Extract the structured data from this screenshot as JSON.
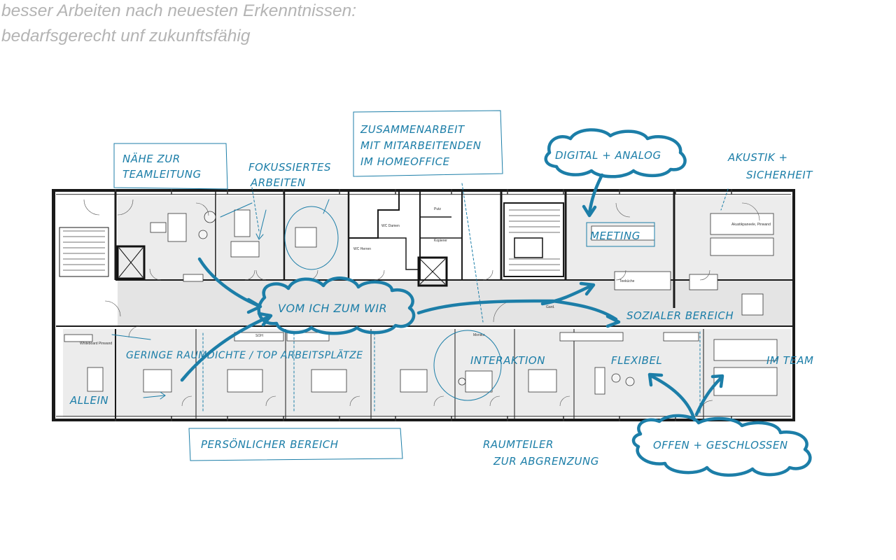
{
  "header": {
    "line1": "besser Arbeiten nach neuesten Erkenntnissen:",
    "line2": "bedarfsgerecht unf zukunftsfähig"
  },
  "annotations": {
    "naehe": [
      "NÄHE ZUR",
      "TEAMLEITUNG"
    ],
    "fokus": [
      "FOKUSSIERTES",
      "ARBEITEN"
    ],
    "zusammen": [
      "ZUSAMMENARBEIT",
      "MIT MITARBEITENDEN",
      "IM HOMEOFFICE"
    ],
    "digital": "DIGITAL + ANALOG",
    "akustik": [
      "AKUSTIK +",
      "SICHERHEIT"
    ],
    "meeting": "MEETING",
    "vom_ich": "VOM ICH ZUM WIR",
    "sozialer": "SOZIALER BEREICH",
    "geringe": "GERINGE RAUMDICHTE / TOP ARBEITSPLÄTZE",
    "interaktion": "INTERAKTION",
    "flexibel": "FLEXIBEL",
    "im_team": "IM TEAM",
    "allein": "ALLEIN",
    "persoenlich": "PERSÖNLICHER BEREICH",
    "raumteiler": [
      "RAUMTEILER",
      "ZUR ABGRENZUNG"
    ],
    "offen": "OFFEN + GESCHLOSSEN"
  },
  "plan_labels": {
    "wc_damen": "WC Damen",
    "wc_herren": "WC Herren",
    "kopierer": "Kopierer",
    "putz": "Putz",
    "garderobe": "Gard.",
    "teekueche": "Teeküche",
    "whiteboard": "Whiteboard  Pinwand",
    "monitor": "Monitor",
    "akustik_pinwand": "Akustikpaneele, Pinwand",
    "soh": "SOH"
  },
  "colors": {
    "annotation": "#1c7ea8",
    "wall": "#1a1a1a",
    "floor": "#e6e6e6",
    "heading": "#b4b4b4"
  }
}
